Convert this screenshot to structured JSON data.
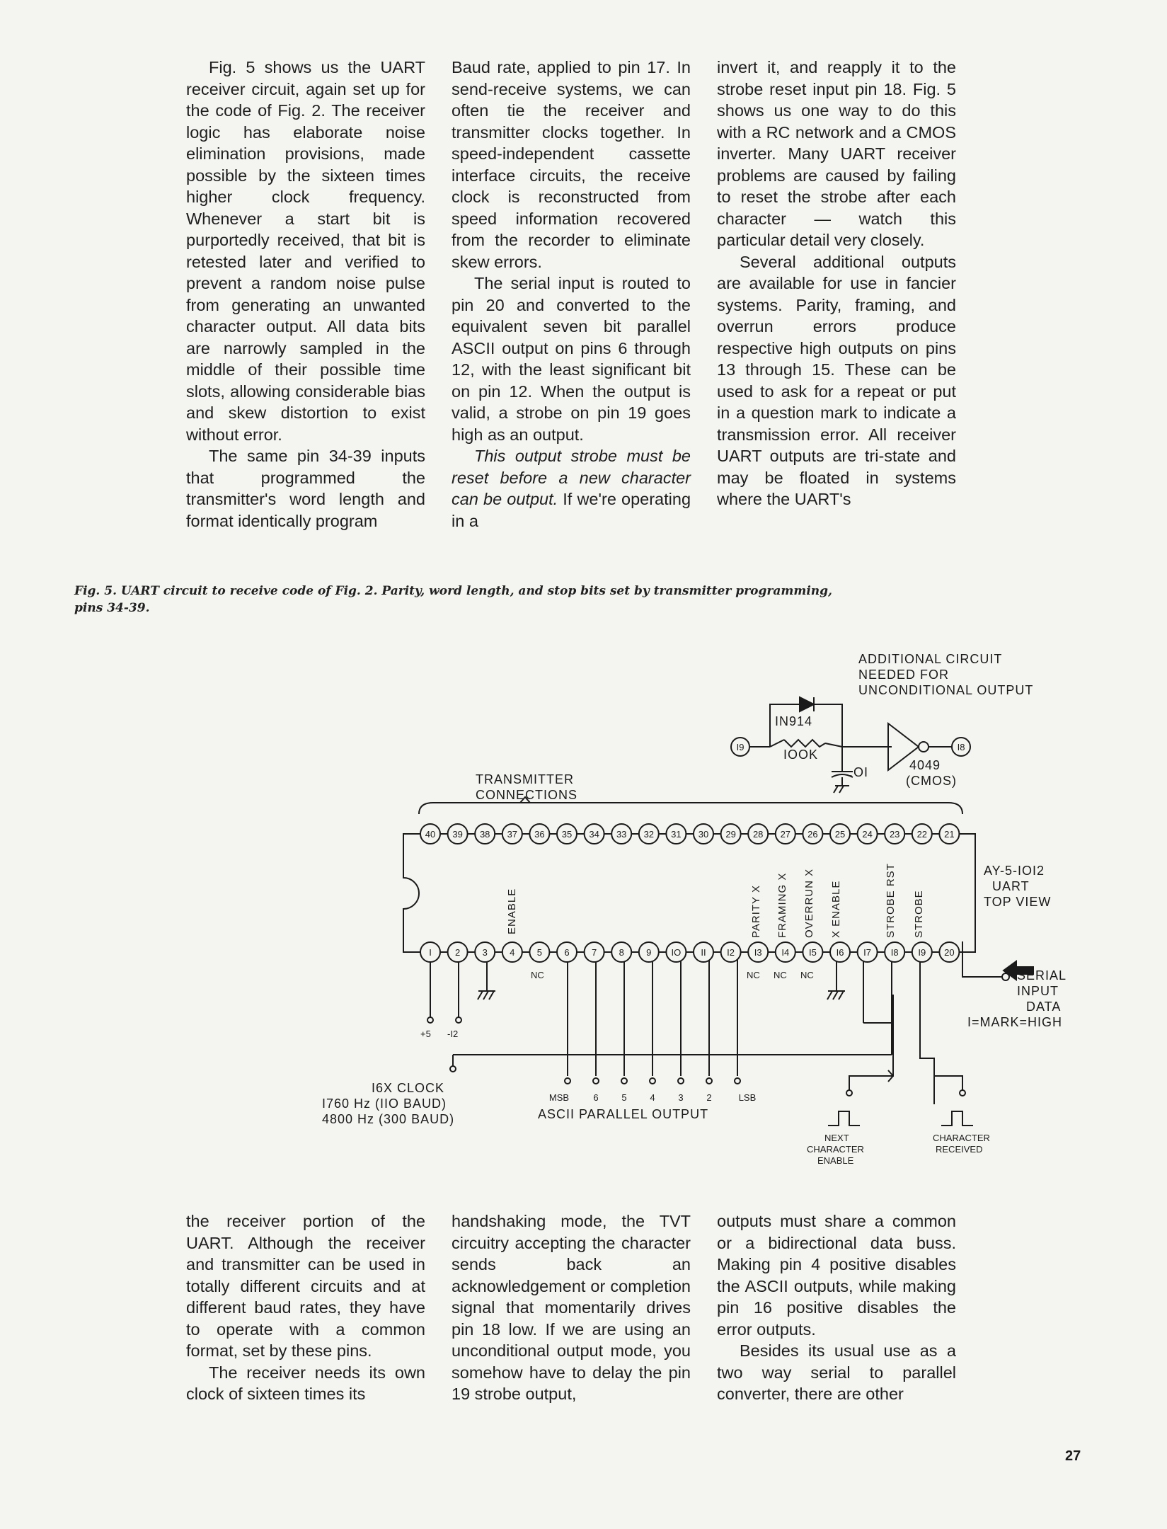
{
  "top_columns": {
    "col1": {
      "p1": "Fig. 5 shows us the UART receiver circuit, again set up for the code of Fig. 2. The receiver logic has elaborate noise elimination provisions, made possible by the sixteen times higher clock frequency. Whenever a start bit is purportedly received, that bit is retested later and verified to prevent a random noise pulse from generating an unwanted character output. All data bits are narrowly sampled in the middle of their possible time slots, allowing considerable bias and skew distortion to exist without error.",
      "p2": "The same pin 34-39 inputs that programmed the transmitter's word length and format identically program"
    },
    "col2": {
      "p1": "Baud rate, applied to pin 17. In send-receive systems, we can often tie the receiver and transmitter clocks together. In speed-independent cassette interface circuits, the receive clock is reconstructed from speed information recovered from the recorder to eliminate skew errors.",
      "p2": "The serial input is routed to pin 20 and converted to the equivalent seven bit parallel ASCII output on pins 6 through 12, with the least significant bit on pin 12. When the output is valid, a strobe on pin 19 goes high as an output.",
      "p3_italic": "This output strobe must be reset before a new character can be output.",
      "p3_rest": " If we're operating in a"
    },
    "col3": {
      "p1": "invert it, and reapply it to the strobe reset input pin 18. Fig. 5 shows us one way to do this with a RC network and a CMOS inverter. Many UART receiver problems are caused by failing to reset the strobe after each character — watch this particular detail very closely.",
      "p2": "Several additional outputs are available for use in fancier systems. Parity, framing, and overrun errors produce respective high outputs on pins 13 through 15. These can be used to ask for a repeat or put in a question mark to indicate a transmission error. All receiver UART outputs are tri-state and may be floated in systems where the UART's"
    }
  },
  "caption": "Fig. 5. UART circuit to receive code of Fig. 2. Parity, word length, and stop bits set by transmitter programming, pins 34-39.",
  "diagram": {
    "additional_label": [
      "ADDITIONAL CIRCUIT",
      "NEEDED FOR",
      "UNCONDITIONAL OUTPUT"
    ],
    "diode": "IN914",
    "resistor": "IOOK",
    "capacitor": ".OI",
    "inverter": [
      "4049",
      "(CMOS)"
    ],
    "transmitter_connections": [
      "TRANSMITTER",
      "CONNECTIONS"
    ],
    "chip": [
      "AY-5-IOI2",
      "UART",
      "TOP VIEW"
    ],
    "top_pins": [
      "40",
      "39",
      "38",
      "37",
      "36",
      "35",
      "34",
      "33",
      "32",
      "31",
      "30",
      "29",
      "28",
      "27",
      "26",
      "25",
      "24",
      "23",
      "22",
      "21"
    ],
    "bottom_pins": [
      "I",
      "2",
      "3",
      "4",
      "5",
      "6",
      "7",
      "8",
      "9",
      "IO",
      "II",
      "I2",
      "I3",
      "I4",
      "I5",
      "I6",
      "I7",
      "I8",
      "I9",
      "20"
    ],
    "vertical_labels": {
      "enable": "ENABLE",
      "parity": "PARITY X",
      "framing": "FRAMING X",
      "overrun": "OVERRUN X",
      "x_enable": "X ENABLE",
      "strobe_rst": "STROBE RST",
      "strobe": "STROBE"
    },
    "nc": "NC",
    "supply_plus": "+5",
    "supply_minus": "-I2",
    "clock": [
      "I6X CLOCK",
      "I760 Hz (IIO BAUD)",
      "4800 Hz (300 BAUD)"
    ],
    "bits": [
      "MSB",
      "6",
      "5",
      "4",
      "3",
      "2",
      "LSB"
    ],
    "ascii_output": "ASCII PARALLEL OUTPUT",
    "serial_input": [
      "SERIAL",
      "INPUT",
      "DATA",
      "I=MARK=HIGH"
    ],
    "next_char": [
      "NEXT",
      "CHARACTER",
      "ENABLE"
    ],
    "char_received": [
      "CHARACTER",
      "RECEIVED"
    ],
    "pin19": "I9",
    "pin18": "I8"
  },
  "bottom_columns": {
    "col1": {
      "p1": "the receiver portion of the UART. Although the receiver and transmitter can be used in totally different circuits and at different baud rates, they have to operate with a common format, set by these pins.",
      "p2": "The receiver needs its own clock of sixteen times its"
    },
    "col2": {
      "p1": "handshaking mode, the TVT circuitry accepting the character sends back an acknowledgement or completion signal that momentarily drives pin 18 low. If we are using an unconditional output mode, you somehow have to delay the pin 19 strobe output,"
    },
    "col3": {
      "p1": "outputs must share a common or a bidirectional data buss. Making pin 4 positive disables the ASCII outputs, while making pin 16 positive disables the error outputs.",
      "p2": "Besides its usual use as a two way serial to parallel converter, there are other"
    }
  },
  "page_number": "27"
}
